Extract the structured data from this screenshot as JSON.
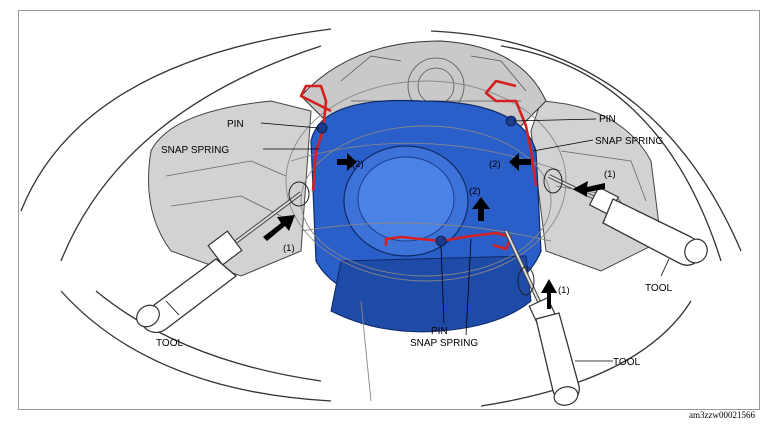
{
  "labels": {
    "pin_upper_left": "PIN",
    "snap_spring_upper_left": "SNAP SPRING",
    "pin_upper_right": "PIN",
    "snap_spring_upper_right": "SNAP SPRING",
    "pin_bottom": "PIN",
    "snap_spring_bottom": "SNAP SPRING",
    "tool_left": "TOOL",
    "tool_right": "TOOL",
    "tool_bottom": "TOOL"
  },
  "callouts": {
    "step1_left": "(1)",
    "step1_right": "(1)",
    "step1_bottom": "(1)",
    "step2_left": "(2)",
    "step2_right": "(2)",
    "step2_center": "(2)"
  },
  "caption": "am3zzw00021566",
  "colors": {
    "hub_blue": "#2a5ec9",
    "hub_dark": "#1a3c8a",
    "snap_spring_red": "#d42020",
    "housing_gray": "#cfcfcf",
    "outline": "#222222"
  }
}
